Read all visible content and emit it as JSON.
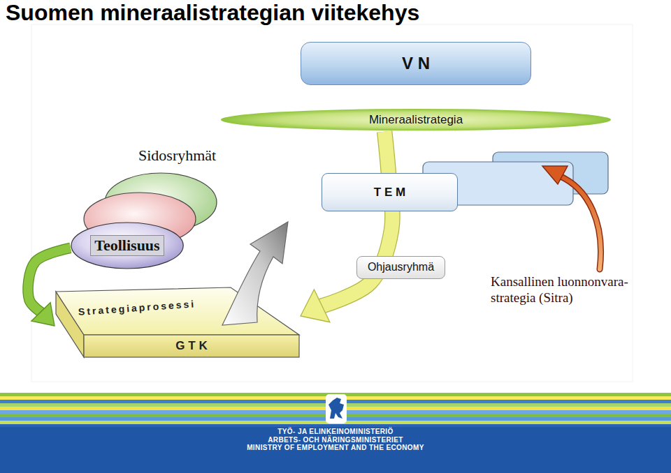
{
  "diagram": {
    "title": "Suomen mineraalistrategian viitekehys",
    "nodes": [
      {
        "text": [
          "V N"
        ]
      },
      {
        "text": [
          "Mineraalistrategia"
        ]
      },
      {
        "text": [
          "T E M"
        ]
      },
      {
        "text": [
          "Teollisuus"
        ]
      },
      {
        "text": [
          "Ohjausryhmä"
        ]
      },
      {
        "text": [
          "Strategiaprosessi",
          "G T K"
        ]
      }
    ],
    "edges": [
      {
        "from": 3,
        "to": 5,
        "arrow": "to"
      },
      {
        "from": 1,
        "to": 5,
        "arrow": "to"
      }
    ],
    "labels": [
      "Sidosryhmät",
      "Kansallinen luonnonvara- strategia (Sitra)",
      "TYÖ- JA ELINKEINOMINISTERIÖ",
      "ARBETS- OCH NÄRINGSMINISTERIET",
      "MINISTRY OF EMPLOYMENT AND THE ECONOMY"
    ]
  }
}
